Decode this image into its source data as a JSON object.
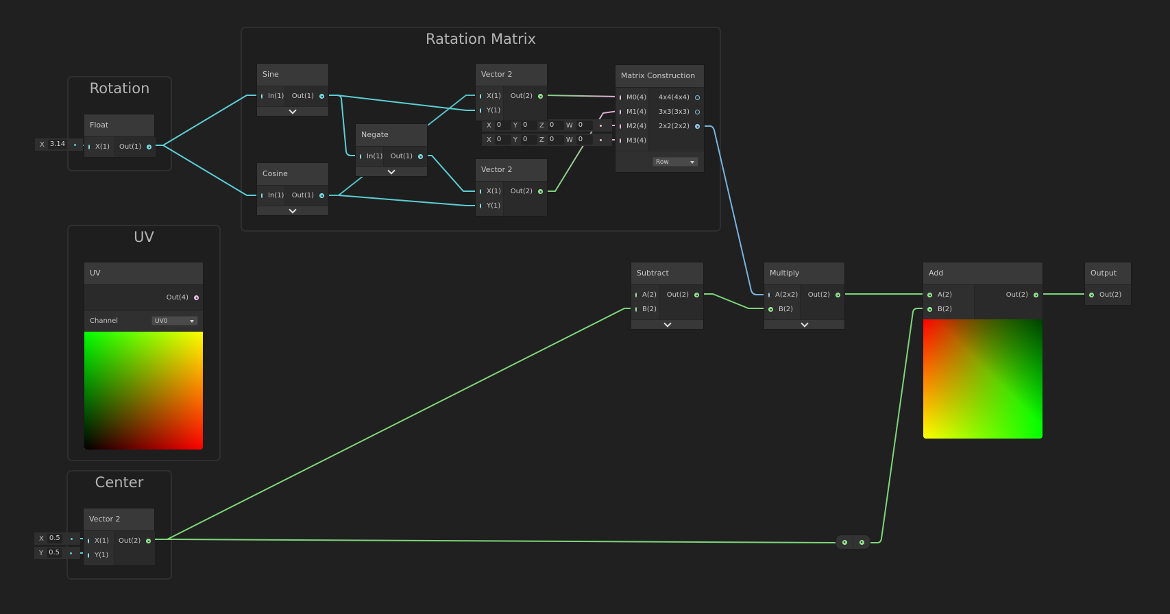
{
  "groups": {
    "rotation": {
      "title": "Rotation"
    },
    "uv": {
      "title": "UV"
    },
    "center": {
      "title": "Center"
    },
    "rotation_matrix": {
      "title": "Ratation Matrix"
    }
  },
  "nodes": {
    "float": {
      "title": "Float",
      "inputs": [
        "X(1)"
      ],
      "outputs": [
        "Out(1)"
      ],
      "inline": {
        "label": "X",
        "value": "3.14"
      }
    },
    "uv": {
      "title": "UV",
      "outputs": [
        "Out(4)"
      ],
      "channel_label": "Channel",
      "channel_value": "UV0"
    },
    "center_vec2": {
      "title": "Vector 2",
      "inputs": [
        "X(1)",
        "Y(1)"
      ],
      "outputs": [
        "Out(2)"
      ],
      "inline": [
        {
          "label": "X",
          "value": "0.5"
        },
        {
          "label": "Y",
          "value": "0.5"
        }
      ]
    },
    "sine": {
      "title": "Sine",
      "inputs": [
        "In(1)"
      ],
      "outputs": [
        "Out(1)"
      ]
    },
    "cosine": {
      "title": "Cosine",
      "inputs": [
        "In(1)"
      ],
      "outputs": [
        "Out(1)"
      ]
    },
    "negate": {
      "title": "Negate",
      "inputs": [
        "In(1)"
      ],
      "outputs": [
        "Out(1)"
      ]
    },
    "vec2_top": {
      "title": "Vector 2",
      "inputs": [
        "X(1)",
        "Y(1)"
      ],
      "outputs": [
        "Out(2)"
      ]
    },
    "vec2_bottom": {
      "title": "Vector 2",
      "inputs": [
        "X(1)",
        "Y(1)"
      ],
      "outputs": [
        "Out(2)"
      ]
    },
    "matrix": {
      "title": "Matrix Construction",
      "inputs": [
        "M0(4)",
        "M1(4)",
        "M2(4)",
        "M3(4)"
      ],
      "outputs": [
        "4x4(4x4)",
        "3x3(3x3)",
        "2x2(2x2)"
      ],
      "mode": "Row",
      "inline_rows": [
        {
          "x": "0",
          "y": "0",
          "z": "0",
          "w": "0"
        },
        {
          "x": "0",
          "y": "0",
          "z": "0",
          "w": "0"
        }
      ],
      "inline_labels": {
        "x": "X",
        "y": "Y",
        "z": "Z",
        "w": "W"
      }
    },
    "subtract": {
      "title": "Subtract",
      "inputs": [
        "A(2)",
        "B(2)"
      ],
      "outputs": [
        "Out(2)"
      ]
    },
    "multiply": {
      "title": "Multiply",
      "inputs": [
        "A(2x2)",
        "B(2)"
      ],
      "outputs": [
        "Out(2)"
      ]
    },
    "add": {
      "title": "Add",
      "inputs": [
        "A(2)",
        "B(2)"
      ],
      "outputs": [
        "Out(2)"
      ]
    },
    "output": {
      "title": "Output",
      "inputs": [
        "Out(2)"
      ]
    }
  },
  "colors": {
    "background": "#202020",
    "float_port": "#5ccfd6",
    "vector2_port": "#7ed67a",
    "vector4_port": "#e6a9df",
    "matrix_port": "#7ab3de"
  }
}
